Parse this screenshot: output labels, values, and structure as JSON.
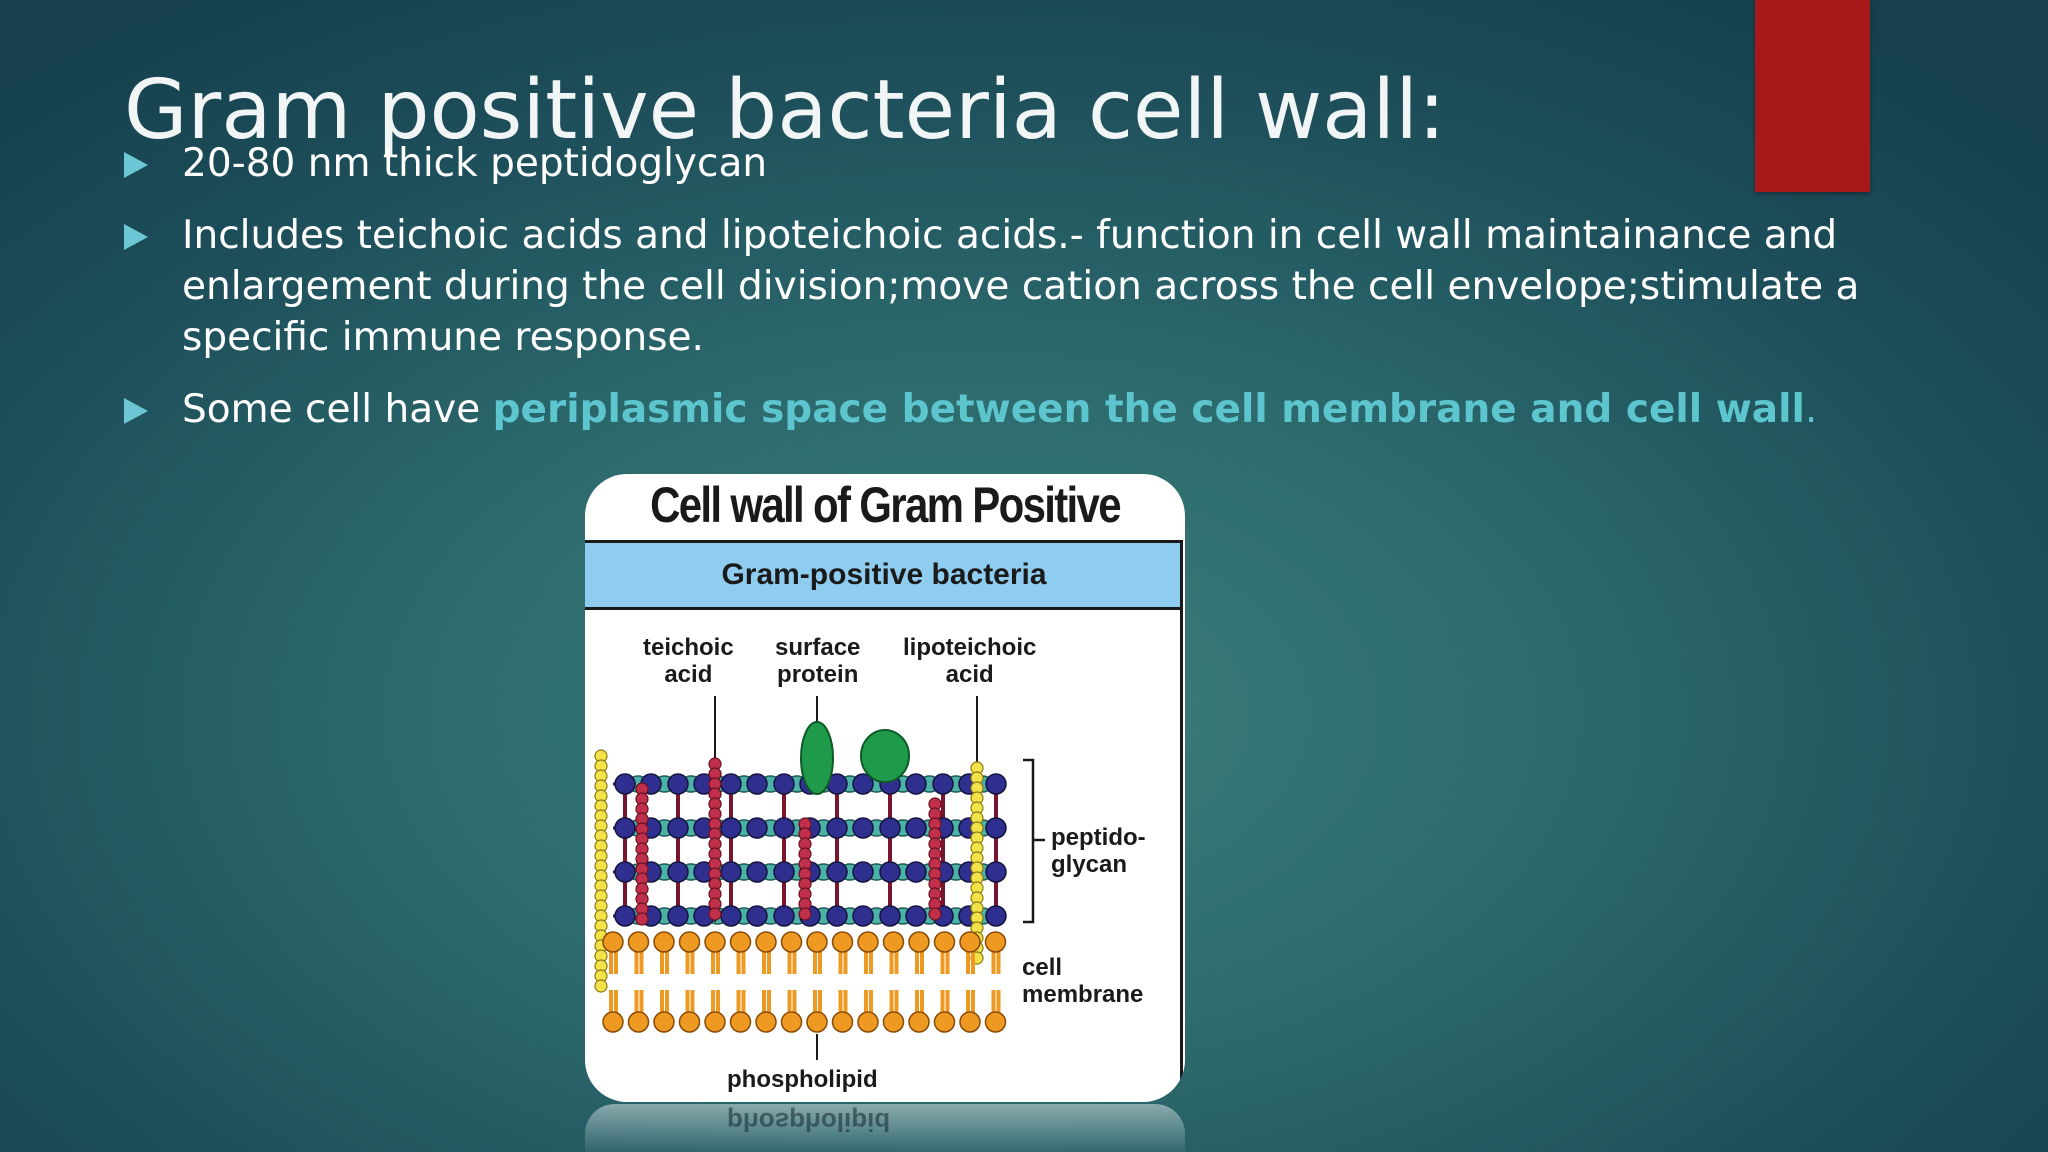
{
  "slide": {
    "title": "Gram positive bacteria cell wall:",
    "bullets": [
      {
        "text": "20-80 nm thick peptidoglycan"
      },
      {
        "text": "Includes  teichoic acids and lipoteichoic acids.- function in cell wall maintainance and enlargement during the cell division;move cation across the cell envelope;stimulate a specific immune response."
      },
      {
        "text_before": "Some cell have ",
        "highlight": "periplasmic space between the cell membrane and cell wall",
        "text_after": "."
      }
    ],
    "accent_color": "#a71818",
    "highlight_color": "#5cc5ce"
  },
  "figure": {
    "title": "Cell wall of Gram Positive",
    "header": "Gram-positive bacteria",
    "labels": {
      "teichoic_acid": "teichoic\nacid",
      "surface_protein": "surface\nprotein",
      "lipoteichoic_acid": "lipoteichoic\nacid",
      "peptidoglycan": "peptido-\nglycan",
      "cell_membrane": "cell\nmembrane",
      "phospholipid": "phospholipid"
    },
    "reflection_text": "phospholipid",
    "colors": {
      "header_bg": "#8fcdf0",
      "dark_node": "#2f2f8f",
      "teal_node": "#4bb2a8",
      "teichoic": "#c0304a",
      "lipoteichoic": "#f2e24a",
      "protein": "#1f9a4a",
      "lipid": "#ee9a22"
    }
  }
}
